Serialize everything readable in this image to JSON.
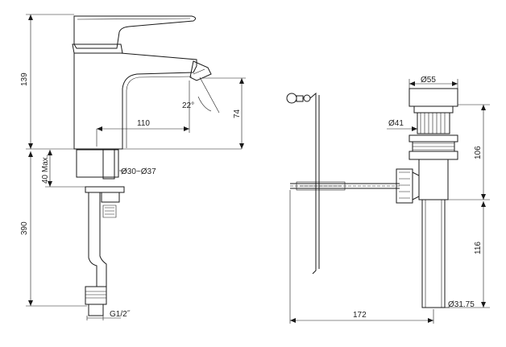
{
  "dimensions": {
    "height_total": "139",
    "reach": "110",
    "spout_angle": "22°",
    "spout_height": "74",
    "max_deck": "40 Max.",
    "hole_diameter": "Ø30~Ø37",
    "hose_length": "390",
    "thread": "G1/2˝",
    "waste_top_diameter": "Ø55",
    "waste_body_diameter": "Ø41",
    "waste_height_upper": "106",
    "waste_height_lower": "116",
    "waste_tail_diameter": "Ø31.75",
    "rod_length": "172"
  }
}
